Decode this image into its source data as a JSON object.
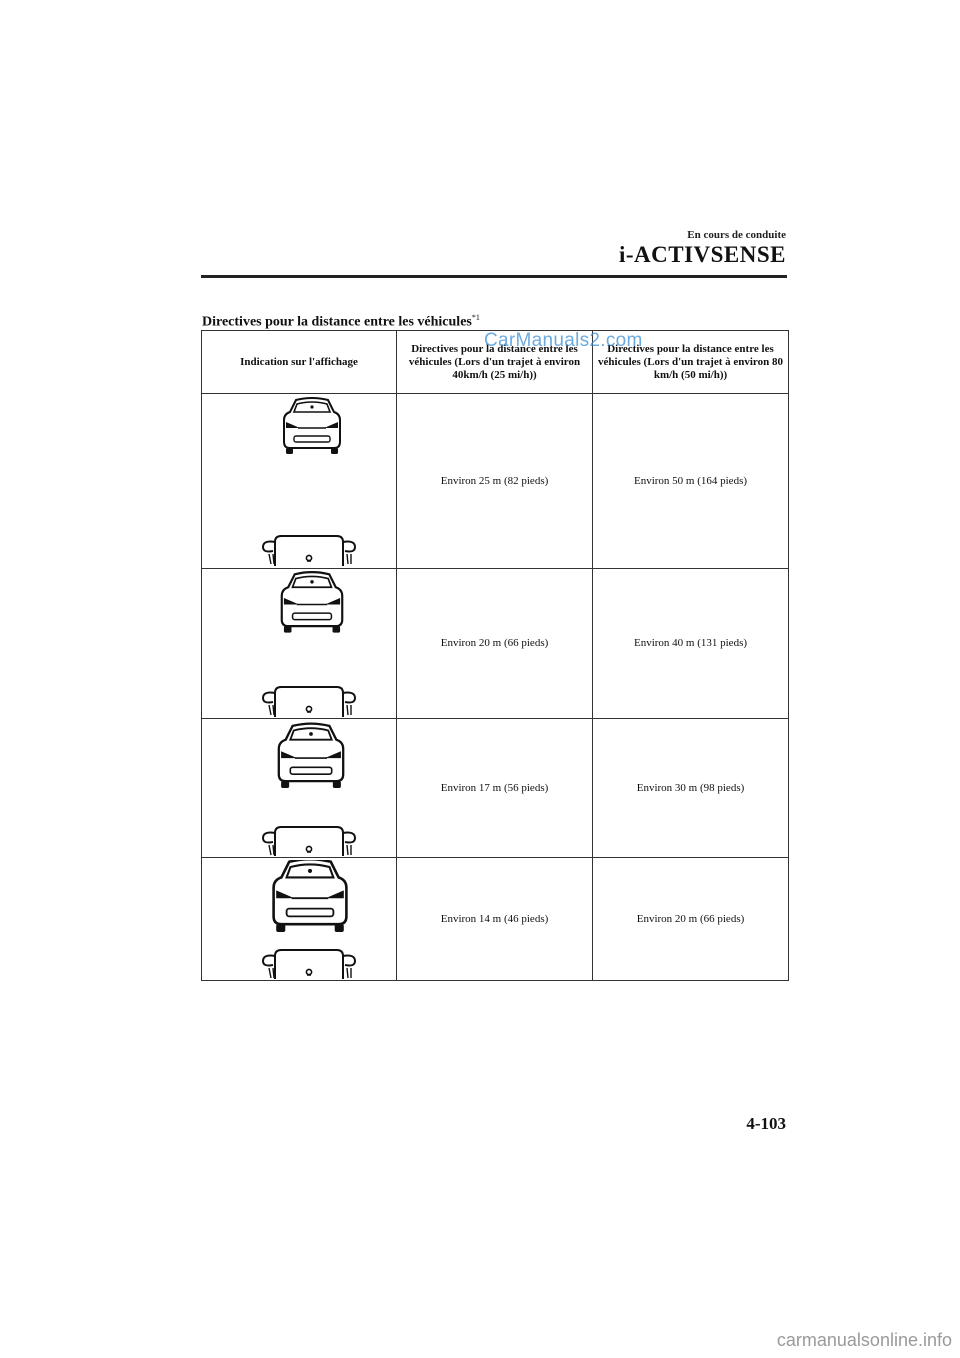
{
  "header": {
    "section": "En cours de conduite",
    "title": "i-ACTIVSENSE"
  },
  "section_title": "Directives pour la distance entre les véhicules",
  "section_title_note": "*1",
  "table": {
    "headers": [
      "Indication sur l'affichage",
      "Directives pour la distance entre les véhicules (Lors d'un trajet à environ 40km/h (25 mi/h))",
      "Directives pour la distance entre les véhicules (Lors d'un trajet à environ 80 km/h (50 mi/h))"
    ],
    "rows": [
      {
        "at_40": "Environ 25 m (82 pieds)",
        "at_80": "Environ 50 m (164 pieds)"
      },
      {
        "at_40": "Environ 20 m (66 pieds)",
        "at_80": "Environ 40 m (131 pieds)"
      },
      {
        "at_40": "Environ 17 m (56 pieds)",
        "at_80": "Environ 30 m (98 pieds)"
      },
      {
        "at_40": "Environ 14 m (46 pieds)",
        "at_80": "Environ 20 m (66 pieds)"
      }
    ]
  },
  "page_number": "4-103",
  "watermark": "CarManuals2.com",
  "footer_site": "carmanualsonline.info"
}
